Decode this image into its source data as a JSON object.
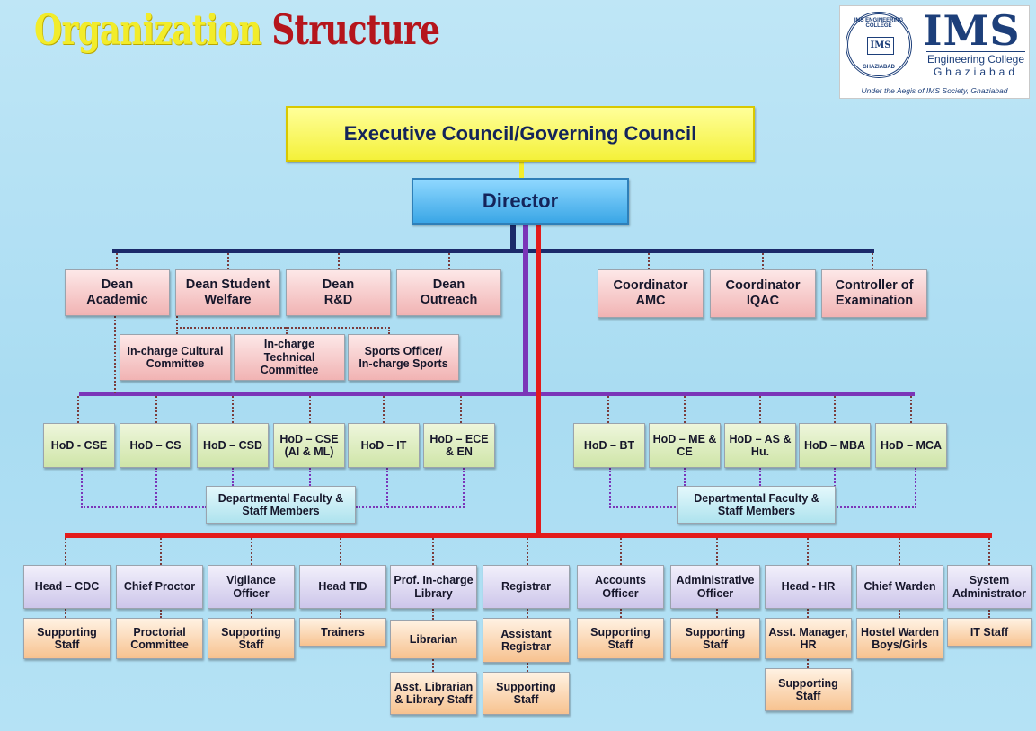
{
  "title": {
    "word1": "Organization",
    "word2": "Structure"
  },
  "logo": {
    "seal_top": "IMS ENGINEERING COLLEGE",
    "seal_mono": "IMS",
    "seal_bottom": "GHAZIABAD",
    "name": "IMS",
    "subtitle": "Engineering College",
    "city": "Ghaziabad",
    "tagline": "Under the Aegis of IMS Society, Ghaziabad"
  },
  "colors": {
    "title_yellow": "#f2ec2a",
    "title_red": "#b5151c",
    "navy_line": "#1b2a6a",
    "purple_line": "#7b35b8",
    "red_line": "#e31b1b"
  },
  "executive": "Executive Council/Governing Council",
  "director": "Director",
  "deans": [
    {
      "l1": "Dean",
      "l2": "Academic"
    },
    {
      "l1": "Dean Student",
      "l2": "Welfare"
    },
    {
      "l1": "Dean",
      "l2": "R&D"
    },
    {
      "l1": "Dean",
      "l2": "Outreach"
    }
  ],
  "coordinators": [
    {
      "l1": "Coordinator",
      "l2": "AMC"
    },
    {
      "l1": "Coordinator",
      "l2": "IQAC"
    },
    {
      "l1": "Controller of",
      "l2": "Examination"
    }
  ],
  "incharges": [
    {
      "l1": "In-charge Cultural",
      "l2": "Committee"
    },
    {
      "l1": "In-charge Technical",
      "l2": "Committee"
    },
    {
      "l1": "Sports Officer/",
      "l2": "In-charge Sports"
    }
  ],
  "hods_left": [
    {
      "l1": "HoD - CSE",
      "l2": ""
    },
    {
      "l1": "HoD – CS",
      "l2": ""
    },
    {
      "l1": "HoD – CSD",
      "l2": ""
    },
    {
      "l1": "HoD – CSE",
      "l2": "(AI & ML)"
    },
    {
      "l1": "HoD – IT",
      "l2": ""
    },
    {
      "l1": "HoD – ECE",
      "l2": "& EN"
    }
  ],
  "hods_right": [
    {
      "l1": "HoD – BT",
      "l2": ""
    },
    {
      "l1": "HoD – ME &",
      "l2": "CE"
    },
    {
      "l1": "HoD – AS &",
      "l2": "Hu."
    },
    {
      "l1": "HoD – MBA",
      "l2": ""
    },
    {
      "l1": "HoD – MCA",
      "l2": ""
    }
  ],
  "faculty": {
    "l1": "Departmental Faculty &",
    "l2": "Staff Members"
  },
  "heads": [
    {
      "l1": "Head – CDC",
      "l2": ""
    },
    {
      "l1": "Chief Proctor",
      "l2": ""
    },
    {
      "l1": "Vigilance",
      "l2": "Officer"
    },
    {
      "l1": "Head TID",
      "l2": ""
    },
    {
      "l1": "Prof. In-charge",
      "l2": "Library"
    },
    {
      "l1": "Registrar",
      "l2": ""
    },
    {
      "l1": "Accounts",
      "l2": "Officer"
    },
    {
      "l1": "Administrative",
      "l2": "Officer"
    },
    {
      "l1": "Head - HR",
      "l2": ""
    },
    {
      "l1": "Chief Warden",
      "l2": ""
    },
    {
      "l1": "System",
      "l2": "Administrator"
    }
  ],
  "staff": [
    {
      "l1": "Supporting",
      "l2": "Staff"
    },
    {
      "l1": "Proctorial",
      "l2": "Committee"
    },
    {
      "l1": "Supporting",
      "l2": "Staff"
    },
    {
      "l1": "Trainers",
      "l2": ""
    },
    {
      "l1": "Librarian",
      "l2": ""
    },
    {
      "l1": "Assistant",
      "l2": "Registrar"
    },
    {
      "l1": "Supporting",
      "l2": "Staff"
    },
    {
      "l1": "Supporting",
      "l2": "Staff"
    },
    {
      "l1": "Asst. Manager,",
      "l2": "HR"
    },
    {
      "l1": "Hostel Warden",
      "l2": "Boys/Girls"
    },
    {
      "l1": "IT Staff",
      "l2": ""
    }
  ],
  "staff2": [
    {
      "l1": "Asst. Librarian",
      "l2": "& Library Staff"
    },
    {
      "l1": "Supporting",
      "l2": "Staff"
    },
    {
      "l1": "Supporting",
      "l2": "Staff"
    }
  ]
}
